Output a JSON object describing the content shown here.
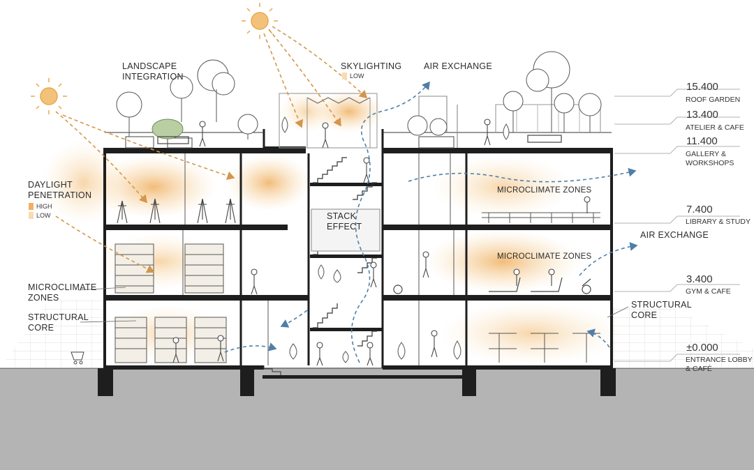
{
  "colors": {
    "daylight_high": "#f0b062",
    "daylight_low": "#f8dcae",
    "sun": "#e9a84c",
    "light_ray": "#d4964a",
    "air_flow": "#4f7fa8",
    "structure": "#1e1e1e",
    "ground": "#b4b4b4"
  },
  "labels": {
    "landscape_integration": [
      "LANDSCAPE",
      "INTEGRATION"
    ],
    "skylighting": "SKYLIGHTING",
    "skylighting_low": "LOW",
    "air_exchange_top": "AIR EXCHANGE",
    "air_exchange_right": "AIR EXCHANGE",
    "daylight_penetration": [
      "DAYLIGHT",
      "PENETRATION"
    ],
    "legend_high": "HIGH",
    "legend_low": "LOW",
    "stack_effect": [
      "STACK",
      "EFFECT"
    ],
    "microclimate_zones_upper": "MICROCLIMATE ZONES",
    "microclimate_zones_mid": "MICROCLIMATE ZONES",
    "microclimate_zones_left": [
      "MICROCLIMATE",
      "ZONES"
    ],
    "structural_core_left": [
      "STRUCTURAL",
      "CORE"
    ],
    "structural_core_right": [
      "STRUCTURAL",
      "CORE"
    ]
  },
  "levels": [
    {
      "value": "15.400",
      "name": [
        "ROOF GARDEN"
      ]
    },
    {
      "value": "13.400",
      "name": [
        "ATELIER & CAFE"
      ]
    },
    {
      "value": "11.400",
      "name": [
        "GALLERY &",
        "WORKSHOPS"
      ]
    },
    {
      "value": "7.400",
      "name": [
        "LIBRARY & STUDY"
      ]
    },
    {
      "value": "3.400",
      "name": [
        "GYM & CAFE"
      ]
    },
    {
      "value": "±0.000",
      "name": [
        "ENTRANCE LOBBY",
        "& CAFÉ"
      ]
    }
  ],
  "icons": [
    "sun-icon",
    "tree-icon",
    "person-icon",
    "easel-icon",
    "bookshelf-icon",
    "treadmill-icon",
    "plant-icon",
    "bench-icon",
    "cart-icon"
  ]
}
